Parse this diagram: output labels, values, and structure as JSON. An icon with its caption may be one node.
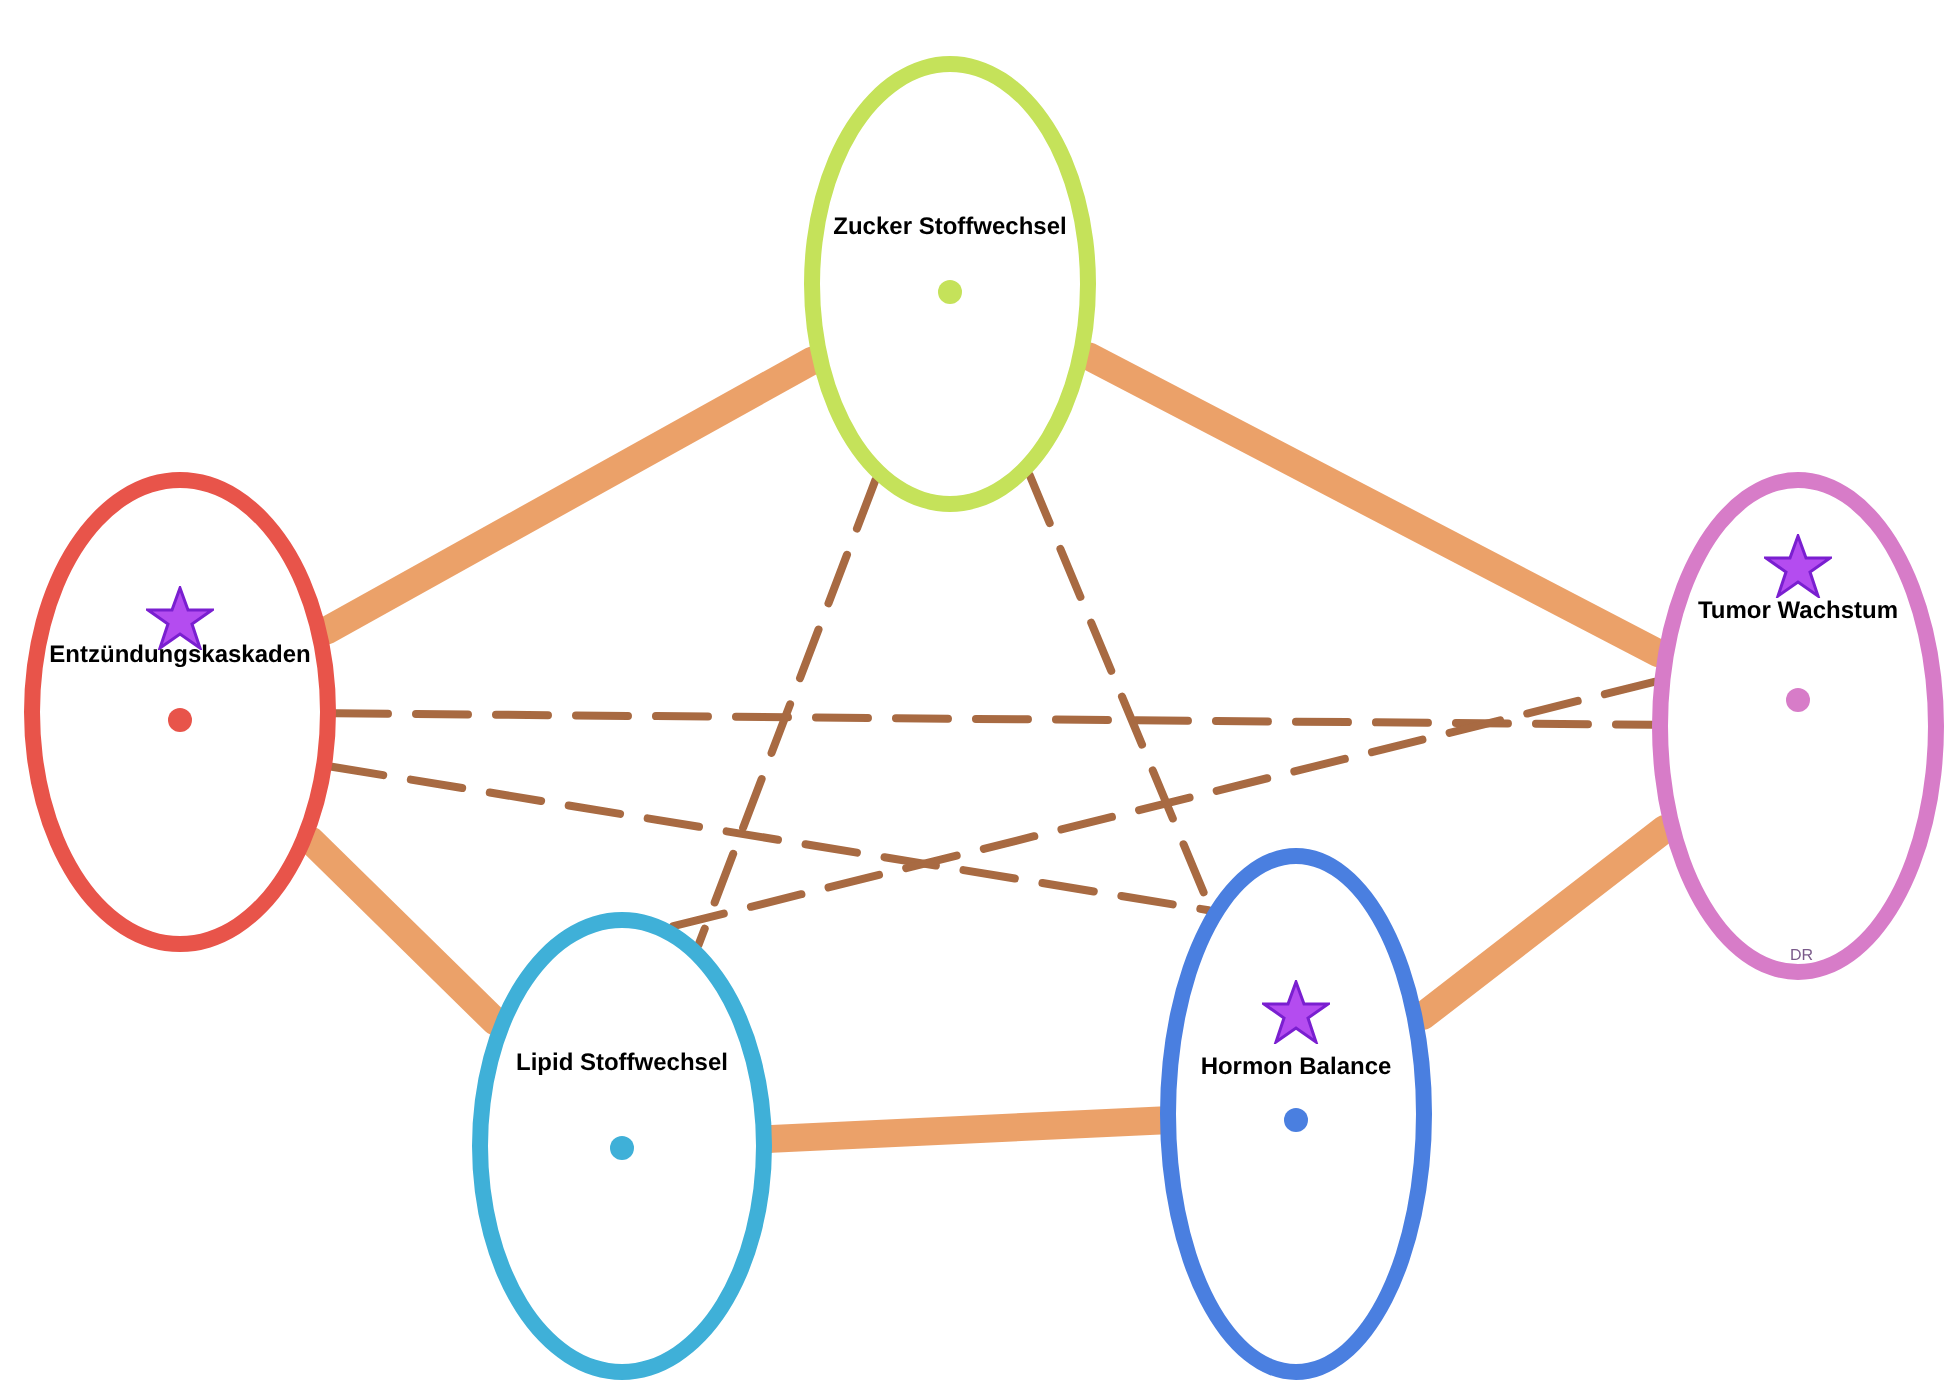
{
  "diagram": {
    "nodes": [
      {
        "text": [
          "Zucker Stoffwechsel"
        ]
      },
      {
        "text": [
          "Entzündungskaskaden"
        ]
      },
      {
        "text": [
          "Tumor Wachstum"
        ]
      },
      {
        "text": [
          "Lipid Stoffwechsel"
        ]
      },
      {
        "text": [
          "Hormon Balance"
        ]
      }
    ],
    "edges": [
      {
        "from": 0,
        "to": 1,
        "arrow": "none",
        "style": "thick"
      },
      {
        "from": 0,
        "to": 2,
        "arrow": "none",
        "style": "thick"
      },
      {
        "from": 1,
        "to": 3,
        "arrow": "none",
        "style": "thick"
      },
      {
        "from": 3,
        "to": 4,
        "arrow": "none",
        "style": "thick"
      },
      {
        "from": 4,
        "to": 2,
        "arrow": "none",
        "style": "thick"
      },
      {
        "from": 1,
        "to": 2,
        "arrow": "none",
        "style": "dashed",
        "color": "#a86a42"
      },
      {
        "from": 1,
        "to": 4,
        "arrow": "none",
        "style": "dashed",
        "color": "#a86a42"
      },
      {
        "from": 3,
        "to": 2,
        "arrow": "none",
        "style": "dashed",
        "color": "#a86a42"
      },
      {
        "from": 0,
        "to": 3,
        "arrow": "none",
        "style": "dashed",
        "color": "#a86a42"
      },
      {
        "from": 0,
        "to": 4,
        "arrow": "none",
        "style": "dashed",
        "color": "#a86a42"
      }
    ],
    "labels": [
      "DR"
    ]
  }
}
